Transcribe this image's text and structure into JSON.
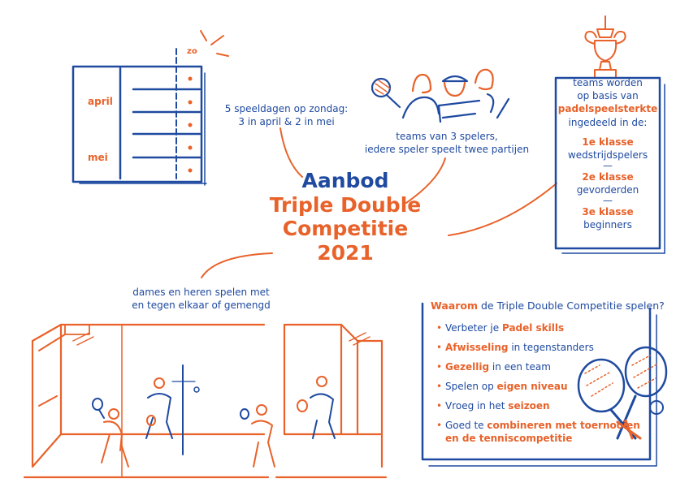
{
  "title": {
    "line1": "Aanbod",
    "line2": "Triple Double",
    "line3": "Competitie",
    "line4": "2021"
  },
  "calendar": {
    "day_label": "zo",
    "month1": "april",
    "month2": "mei"
  },
  "speeldagen": {
    "line1": "5 speeldagen op zondag:",
    "line2": "3 in april & 2 in mei"
  },
  "teams_caption": {
    "line1": "teams van 3 spelers,",
    "line2": "iedere speler speelt twee partijen"
  },
  "teams_box": {
    "line1": "teams worden",
    "line2": "op basis van",
    "line3": "padelspeelsterkte",
    "line4": "ingedeeld in de:",
    "class1": "1e klasse",
    "class1_desc": "wedstrijdspelers",
    "class2": "2e klasse",
    "class2_desc": "gevorderden",
    "class3": "3e klasse",
    "class3_desc": "beginners",
    "sep": "—"
  },
  "mixed_caption": {
    "line1": "dames en heren spelen met",
    "line2": "en tegen elkaar of gemengd"
  },
  "why": {
    "title_strong": "Waarom",
    "title_rest": " de Triple Double Competitie spelen?",
    "items": [
      {
        "pre": "Verbeter je ",
        "strong": "Padel skills",
        "post": ""
      },
      {
        "pre": "",
        "strong": "Afwisseling",
        "post": " in tegenstanders"
      },
      {
        "pre": "",
        "strong": "Gezellig",
        "post": " in een team"
      },
      {
        "pre": "Spelen op ",
        "strong": "eigen niveau",
        "post": ""
      },
      {
        "pre": "Vroeg in het ",
        "strong": "seizoen",
        "post": ""
      },
      {
        "pre": "Goed te ",
        "strong": "combineren met toernooien",
        "post": "",
        "strong2": "en de tenniscompetitie"
      }
    ]
  },
  "colors": {
    "blue": "#1f4aa0",
    "orange": "#e8622a"
  }
}
